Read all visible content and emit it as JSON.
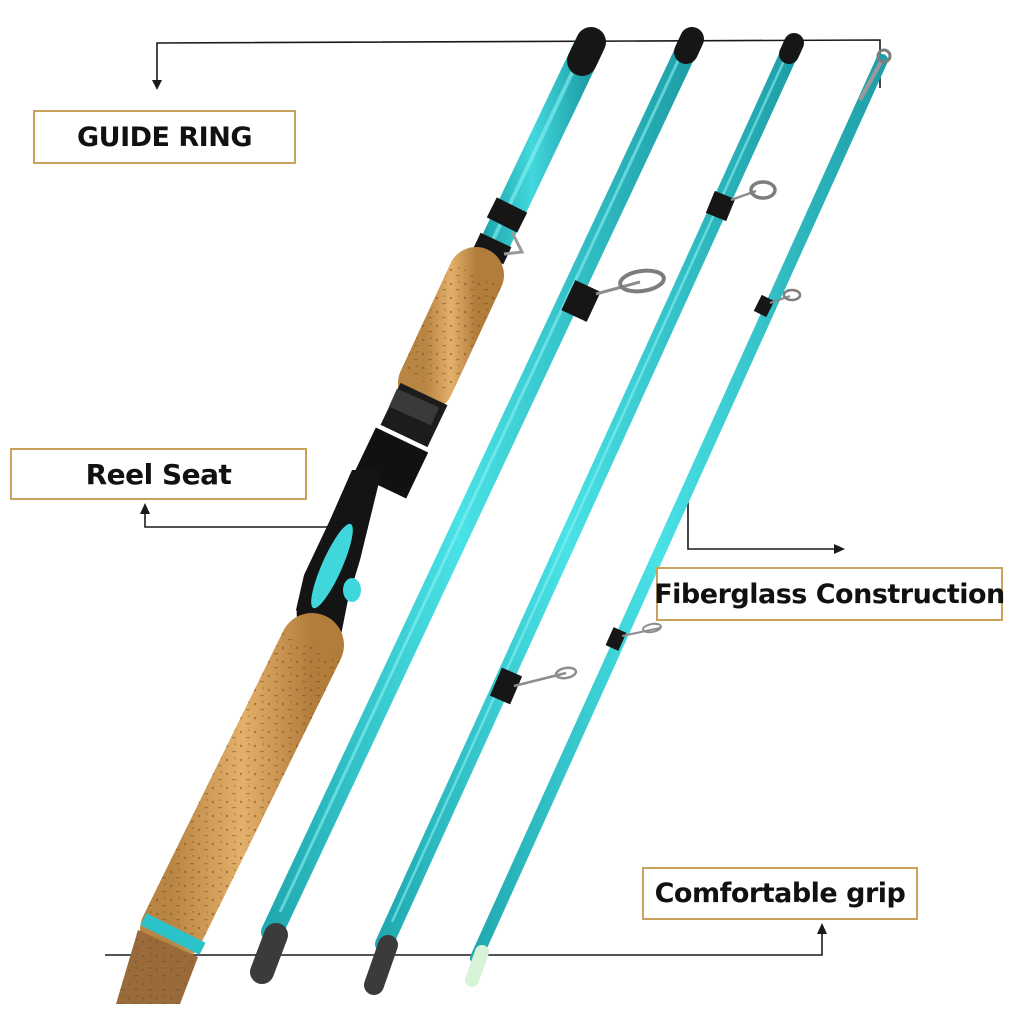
{
  "callouts": {
    "guide_ring": "GUIDE RING",
    "reel_seat": "Reel Seat",
    "fiberglass": "Fiberglass Construction",
    "grip": "Comfortable grip"
  },
  "colors": {
    "blank": "#3fd6dc",
    "blank_shade": "#21a9b0",
    "cork": "#d8a45e",
    "black": "#161616",
    "border_gold": "#c9a35b"
  },
  "rod_sections": [
    "handle-butt-section",
    "second-section",
    "third-section",
    "tip-section"
  ]
}
